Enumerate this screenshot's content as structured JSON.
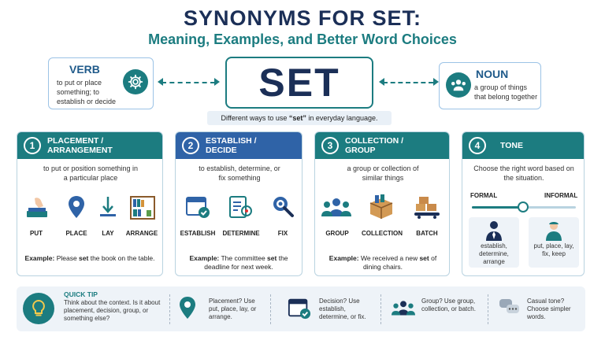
{
  "header": {
    "title": "SYNONYMS FOR SET:",
    "subtitle": "Meaning, Examples, and Better Word Choices"
  },
  "verb": {
    "title": "VERB",
    "text": "to put or place something; to establish or decide",
    "icon": "gear-icon"
  },
  "noun": {
    "title": "NOUN",
    "text": "a group of things that belong together",
    "icon": "group-icon"
  },
  "main_word": "SET",
  "ways": {
    "before": "Different ways to use ",
    "word": "“set”",
    "after": " in everyday language."
  },
  "cards": [
    {
      "num": "1",
      "title": "PLACEMENT / ARRANGEMENT",
      "color": "#1c7c80",
      "desc": "to put or position something in a particular place",
      "words": [
        "PUT",
        "PLACE",
        "LAY",
        "ARRANGE"
      ],
      "example_label": "Example:",
      "example_pre": " Please ",
      "example_bold": "set",
      "example_post": " the book on the table."
    },
    {
      "num": "2",
      "title": "ESTABLISH / DECIDE",
      "color": "#2f63a7",
      "desc": "to establish, determine, or fix something",
      "words": [
        "ESTABLISH",
        "DETERMINE",
        "FIX"
      ],
      "example_label": "Example:",
      "example_pre": " The committee ",
      "example_bold": "set",
      "example_post": " the deadline for next week."
    },
    {
      "num": "3",
      "title": "COLLECTION / GROUP",
      "color": "#1c7c80",
      "desc": "a group or collection of similar things",
      "words": [
        "GROUP",
        "COLLECTION",
        "BATCH"
      ],
      "example_label": "Example:",
      "example_pre": " We received a new ",
      "example_bold": "set",
      "example_post": " of dining chairs."
    },
    {
      "num": "4",
      "title": "TONE",
      "color": "#1c7c80",
      "desc": "Choose the right word based on the situation.",
      "formal": "FORMAL",
      "informal": "INFORMAL",
      "formal_words": "establish, determine, arrange",
      "informal_words": "put, place, lay, fix, keep"
    }
  ],
  "tips": {
    "heading": "QUICK TIP",
    "intro": "Think about the context. Is it about placement, decision, group, or something else?",
    "items": [
      {
        "icon": "location-pin-icon",
        "text": "Placement? Use put, place, lay, or arrange."
      },
      {
        "icon": "calendar-check-icon",
        "text": "Decision? Use establish, determine, or fix."
      },
      {
        "icon": "group-icon",
        "text": "Group? Use group, collection, or batch."
      },
      {
        "icon": "chat-bubbles-icon",
        "text": "Casual tone? Choose simpler words."
      }
    ]
  },
  "colors": {
    "teal": "#1c7c80",
    "navy": "#1b2f57",
    "blue": "#2f63a7"
  }
}
